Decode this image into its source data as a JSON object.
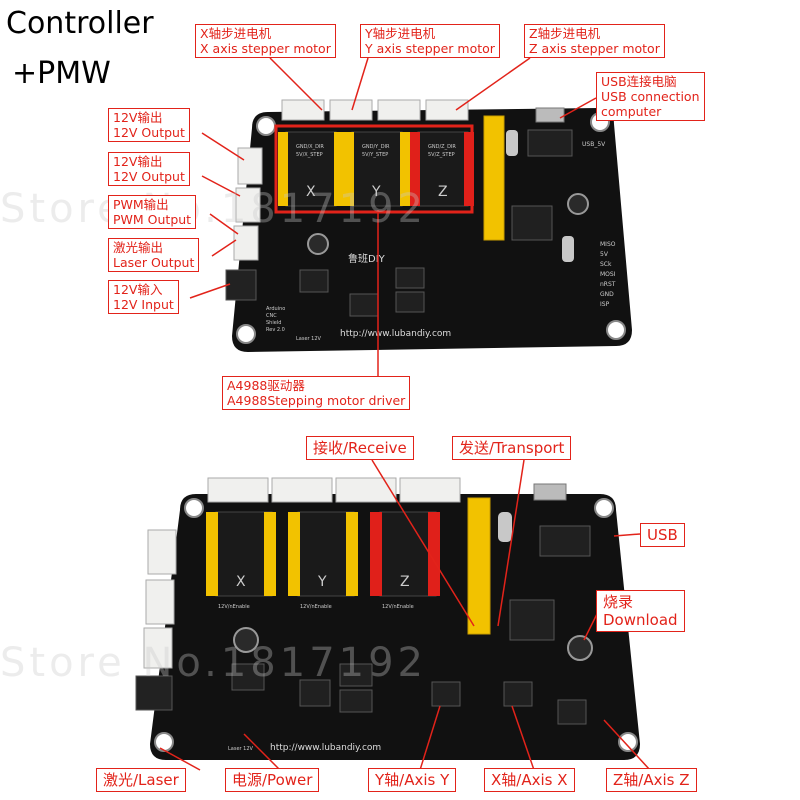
{
  "heading": {
    "line1": "Controller",
    "line2": "+PMW"
  },
  "top_board": {
    "callouts": {
      "x_motor": [
        "X轴步进电机",
        "X axis stepper motor"
      ],
      "y_motor": [
        "Y轴步进电机",
        "Y axis stepper motor"
      ],
      "z_motor": [
        "Z轴步进电机",
        "Z axis stepper motor"
      ],
      "usb": [
        "USB连接电脑",
        "USB connection",
        "computer"
      ],
      "out1": [
        "12V输出",
        "12V Output"
      ],
      "out2": [
        "12V输出",
        "12V Output"
      ],
      "pwm": [
        "PWM输出",
        "PWM Output"
      ],
      "laser": [
        "激光输出",
        "Laser Output"
      ],
      "input": [
        "12V输入",
        "12V Input"
      ],
      "driver": [
        "A4988驱动器",
        "A4988Stepping motor driver"
      ]
    },
    "silk": {
      "url": "http://www.lubandiy.com",
      "brand": "鲁班DIY",
      "driver_x_top": "GND/X_DIR",
      "driver_x_bot": "5V/X_STEP",
      "driver_y_top": "GND/Y_DIR",
      "driver_y_bot": "5V/Y_STEP",
      "driver_z_top": "GND/Z_DIR",
      "driver_z_bot": "5V/Z_STEP",
      "axis_x": "X",
      "axis_y": "Y",
      "axis_z": "Z",
      "usb_label": "USB_5V",
      "isp_pins": [
        "MISO",
        "5V",
        "SCk",
        "MOSI",
        "nRST",
        "GND",
        "ISP"
      ],
      "board_name": [
        "Arduino",
        "CNC",
        "Shield",
        "Rev 2.0"
      ],
      "laser_label": "Laser 12V"
    }
  },
  "bottom_board": {
    "callouts": {
      "receive": "接收/Receive",
      "transport": "发送/Transport",
      "usb": "USB",
      "download": [
        "烧录",
        "Download"
      ],
      "laser": "激光/Laser",
      "power": "电源/Power",
      "axis_y": "Y轴/Axis Y",
      "axis_x": "X轴/Axis X",
      "axis_z": "Z轴/Axis Z"
    },
    "silk": {
      "url": "http://www.lubandiy.com",
      "enable": "12V/nEnable",
      "laser_label": "Laser 12V"
    }
  },
  "watermark": "Store No.1817192",
  "colors": {
    "callout_border": "#e2231a",
    "pcb": "#111111",
    "header_yellow": "#f2c200",
    "header_red": "#e0201a",
    "connector_white": "#f0f0ee"
  }
}
